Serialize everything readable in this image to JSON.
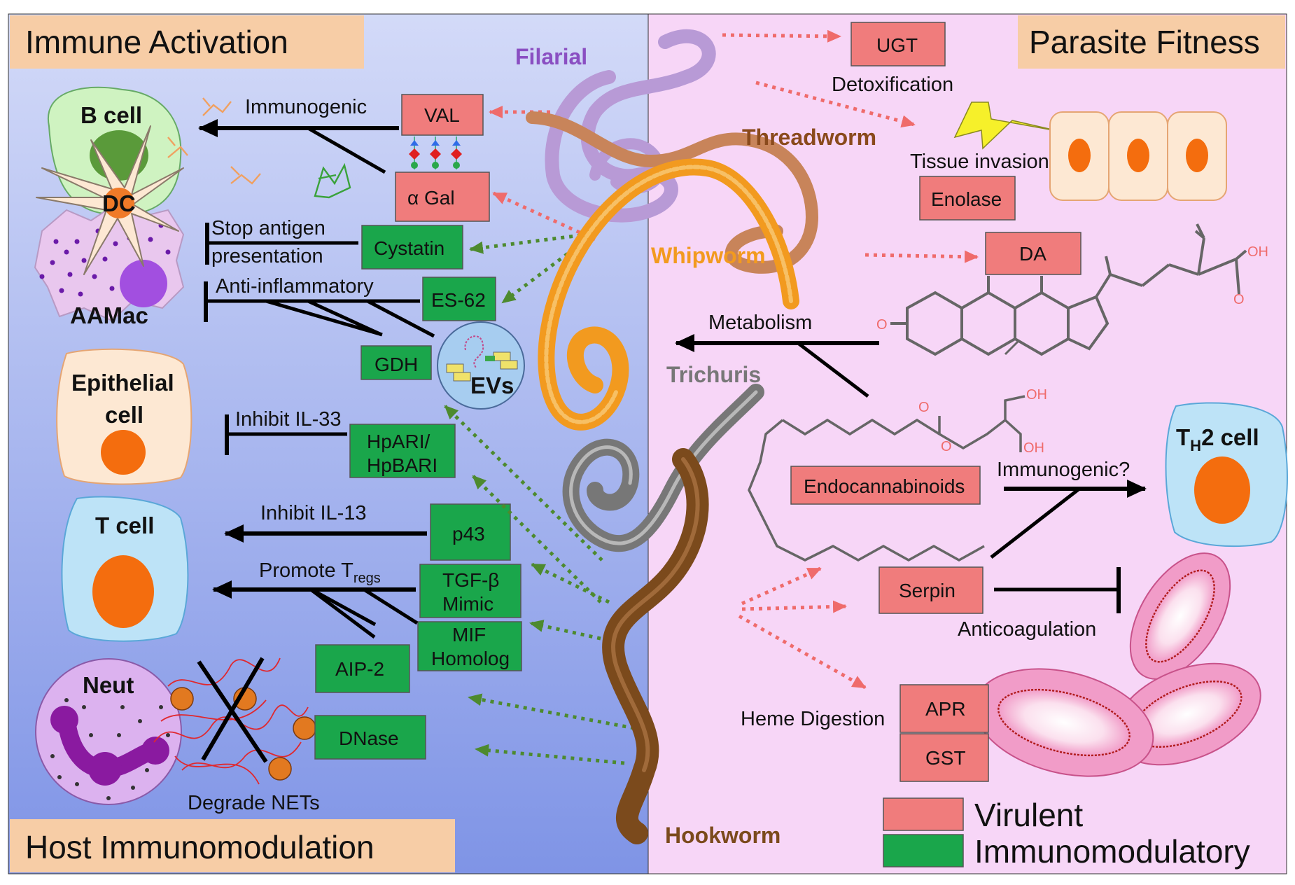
{
  "headers": {
    "top_left": "Immune Activation",
    "top_right": "Parasite Fitness",
    "bottom_left": "Host Immunomodulation"
  },
  "worms": {
    "filarial": "Filarial",
    "threadworm": "Threadworm",
    "whipworm": "Whipworm",
    "trichuris": "Trichuris",
    "hookworm": "Hookworm"
  },
  "cells": {
    "b_cell": "B cell",
    "dc": "DC",
    "aamac": "AAMac",
    "epithelial_line1": "Epithelial",
    "epithelial_line2": "cell",
    "t_cell": "T cell",
    "neut": "Neut",
    "th2_main": "T",
    "th2_sub": "H",
    "th2_rest": "2 cell",
    "evs": "EVs"
  },
  "virulent_boxes": {
    "val": "VAL",
    "agal": "α Gal",
    "ugt": "UGT",
    "enolase": "Enolase",
    "da": "DA",
    "endocannabinoids": "Endocannabinoids",
    "serpin": "Serpin",
    "apr": "APR",
    "gst": "GST"
  },
  "immunomod_boxes": {
    "cystatin": "Cystatin",
    "es62": "ES-62",
    "gdh": "GDH",
    "hpari_line1": "HpARI/",
    "hpari_line2": "HpBARI",
    "p43": "p43",
    "tgfb_line1": "TGF-β",
    "tgfb_line2": "Mimic",
    "mif_line1": "MIF",
    "mif_line2": "Homolog",
    "aip2": "AIP-2",
    "dnase": "DNase"
  },
  "labels": {
    "immunogenic": "Immunogenic",
    "stop_antigen_line1": "Stop antigen",
    "stop_antigen_line2": "presentation",
    "anti_inflammatory": "Anti-inflammatory",
    "inhibit_il33": "Inhibit IL-33",
    "inhibit_il13": "Inhibit IL-13",
    "promote_tregs_main": "Promote T",
    "promote_tregs_sub": "regs",
    "degrade_nets": "Degrade NETs",
    "detoxification": "Detoxification",
    "tissue_invasion": "Tissue invasion",
    "metabolism": "Metabolism",
    "immunogenic_q": "Immunogenic?",
    "anticoagulation": "Anticoagulation",
    "heme_digestion": "Heme Digestion"
  },
  "legend": {
    "virulent": "Virulent",
    "immunomodulatory": "Immunomodulatory"
  },
  "colors": {
    "virulent_fill": "#f07c7c",
    "immunomod_fill": "#1aa64b",
    "left_bg_top": "#c9d3f7",
    "left_bg_bottom": "#7f94e6",
    "right_bg": "#f7d6f7",
    "header_fill": "#f7cda6",
    "filarial": "#8a4fc2",
    "threadworm": "#8a4a1c",
    "whipworm": "#f29a1f",
    "trichuris": "#777777",
    "hookworm": "#7b4a1c"
  }
}
